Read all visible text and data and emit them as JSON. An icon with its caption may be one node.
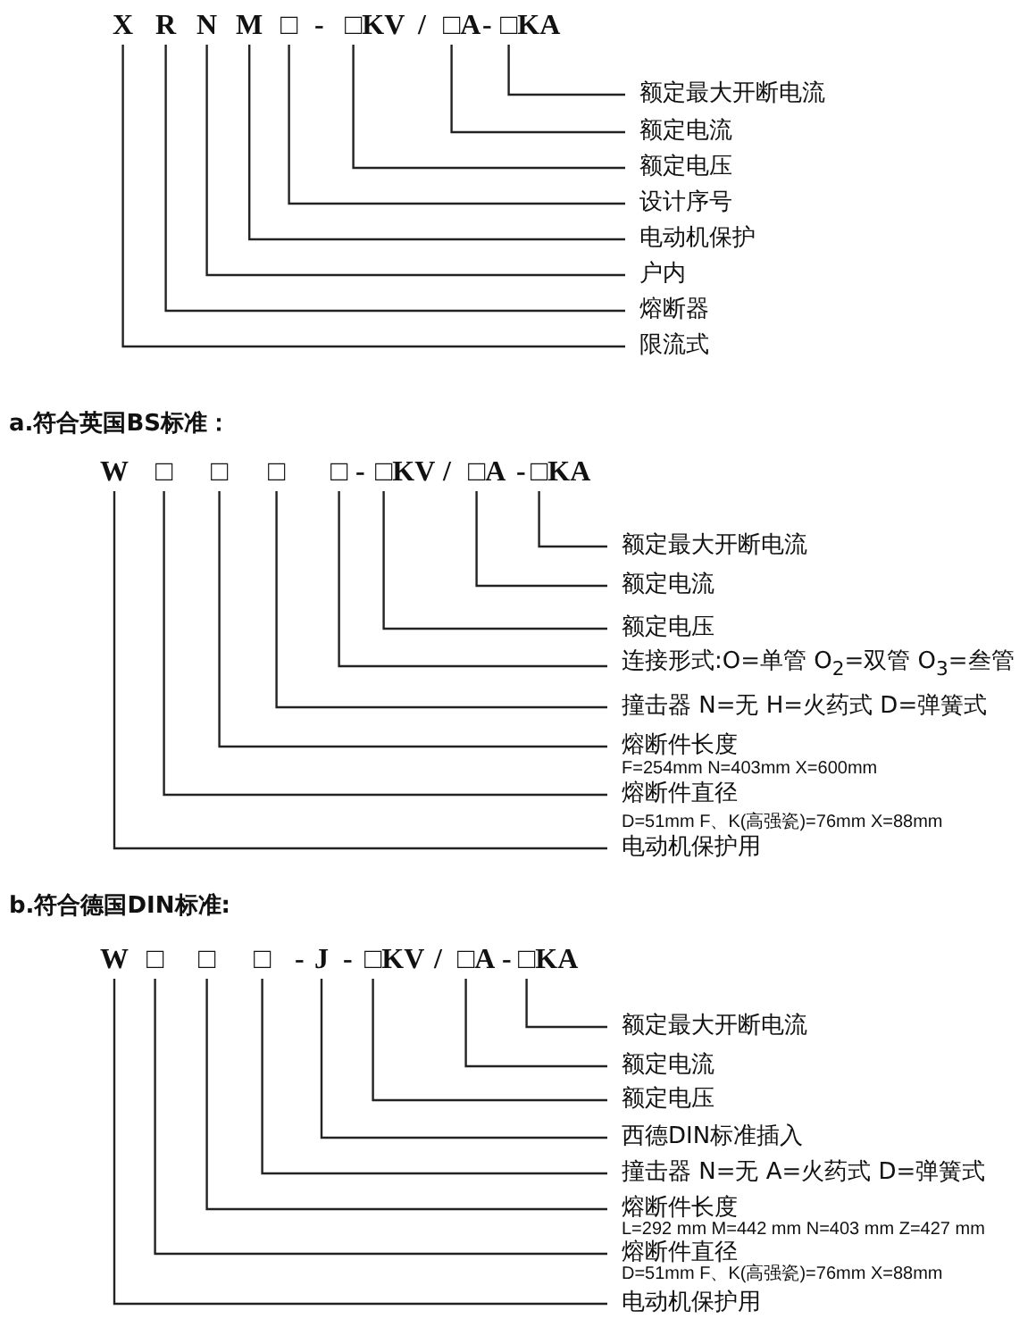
{
  "diagram": {
    "nodes": [
      {
        "text": [
          "X"
        ]
      },
      {
        "text": [
          "R"
        ]
      },
      {
        "text": [
          "N"
        ]
      },
      {
        "text": [
          "M"
        ]
      },
      {
        "text": [
          "□"
        ]
      },
      {
        "text": [
          "□KV"
        ]
      },
      {
        "text": [
          "□A"
        ]
      },
      {
        "text": [
          "□KA"
        ]
      },
      {
        "text": [
          "额定最大开断电流"
        ]
      },
      {
        "text": [
          "额定电流"
        ]
      },
      {
        "text": [
          "额定电压"
        ]
      },
      {
        "text": [
          "设计序号"
        ]
      },
      {
        "text": [
          "电动机保护"
        ]
      },
      {
        "text": [
          "户内"
        ]
      },
      {
        "text": [
          "熔断器"
        ]
      },
      {
        "text": [
          "限流式"
        ]
      },
      {
        "text": [
          "W"
        ]
      },
      {
        "text": [
          "□"
        ]
      },
      {
        "text": [
          "□"
        ]
      },
      {
        "text": [
          "□"
        ]
      },
      {
        "text": [
          "□"
        ]
      },
      {
        "text": [
          "□KV"
        ]
      },
      {
        "text": [
          "□A"
        ]
      },
      {
        "text": [
          "□KA"
        ]
      },
      {
        "text": [
          "额定最大开断电流"
        ]
      },
      {
        "text": [
          "额定电流"
        ]
      },
      {
        "text": [
          "额定电压"
        ]
      },
      {
        "text": [
          "连接形式:O=单管 O$_{2}$=双管 O$_{3}$=叁管"
        ]
      },
      {
        "text": [
          "撞击器 N=无 H=火药式 D=弹簧式"
        ]
      },
      {
        "text": [
          "熔断件长度"
        ],
        "beside": [
          "F=254mm N=403mm X=600mm"
        ]
      },
      {
        "text": [
          "熔断件直径"
        ],
        "beside": [
          "D=51mm F、K(高强瓷)=76mm X=88mm"
        ]
      },
      {
        "text": [
          "电动机保护用"
        ]
      },
      {
        "text": [
          "W"
        ]
      },
      {
        "text": [
          "□"
        ]
      },
      {
        "text": [
          "□"
        ]
      },
      {
        "text": [
          "□"
        ]
      },
      {
        "text": [
          "J"
        ]
      },
      {
        "text": [
          "□KV"
        ]
      },
      {
        "text": [
          "□A"
        ]
      },
      {
        "text": [
          "□KA"
        ]
      },
      {
        "text": [
          "额定最大开断电流"
        ]
      },
      {
        "text": [
          "额定电流"
        ]
      },
      {
        "text": [
          "额定电压"
        ]
      },
      {
        "text": [
          "西德DIN标准插入"
        ]
      },
      {
        "text": [
          "撞击器 N=无 A=火药式 D=弹簧式"
        ]
      },
      {
        "text": [
          "熔断件长度"
        ],
        "beside": [
          "L=292 mm M=442 mm N=403 mm Z=427 mm"
        ]
      },
      {
        "text": [
          "熔断件直径"
        ],
        "beside": [
          "D=51mm F、K(高强瓷)=76mm X=88mm"
        ]
      },
      {
        "text": [
          "电动机保护用"
        ]
      }
    ],
    "edges": [
      {
        "from": 0,
        "to": 15,
        "arrow": "none"
      },
      {
        "from": 1,
        "to": 14,
        "arrow": "none"
      },
      {
        "from": 2,
        "to": 13,
        "arrow": "none"
      },
      {
        "from": 3,
        "to": 12,
        "arrow": "none"
      },
      {
        "from": 4,
        "to": 11,
        "arrow": "none"
      },
      {
        "from": 5,
        "to": 10,
        "arrow": "none"
      },
      {
        "from": 6,
        "to": 9,
        "arrow": "none"
      },
      {
        "from": 7,
        "to": 8,
        "arrow": "none"
      },
      {
        "from": 16,
        "to": 31,
        "arrow": "none"
      },
      {
        "from": 17,
        "to": 30,
        "arrow": "none"
      },
      {
        "from": 18,
        "to": 29,
        "arrow": "none"
      },
      {
        "from": 19,
        "to": 28,
        "arrow": "none"
      },
      {
        "from": 20,
        "to": 27,
        "arrow": "none"
      },
      {
        "from": 21,
        "to": 26,
        "arrow": "none"
      },
      {
        "from": 22,
        "to": 25,
        "arrow": "none"
      },
      {
        "from": 23,
        "to": 24,
        "arrow": "none"
      },
      {
        "from": 32,
        "to": 47,
        "arrow": "none"
      },
      {
        "from": 33,
        "to": 46,
        "arrow": "none"
      },
      {
        "from": 34,
        "to": 45,
        "arrow": "none"
      },
      {
        "from": 35,
        "to": 44,
        "arrow": "none"
      },
      {
        "from": 36,
        "to": 43,
        "arrow": "none"
      },
      {
        "from": 37,
        "to": 42,
        "arrow": "none"
      },
      {
        "from": 38,
        "to": 41,
        "arrow": "none"
      },
      {
        "from": 39,
        "to": 40,
        "arrow": "none"
      }
    ],
    "labels": [
      "-",
      "/",
      "-",
      "a.符合英国BS标准：",
      "-",
      "/",
      "-",
      "b.符合德国DIN标准:",
      "-",
      "-",
      "/",
      "-"
    ]
  }
}
